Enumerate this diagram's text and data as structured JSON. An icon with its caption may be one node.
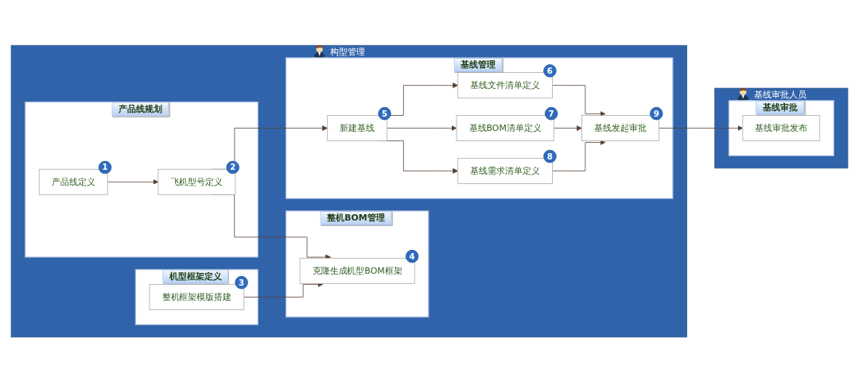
{
  "diagram": {
    "nodes": [
      {
        "text": [
          "构型管理"
        ]
      },
      {
        "text": [
          "产品线规划"
        ],
        "in": 0
      },
      {
        "text": [
          "产品线定义"
        ],
        "in": 1,
        "beside": [
          "1"
        ]
      },
      {
        "text": [
          "飞机型号定义"
        ],
        "in": 1,
        "beside": [
          "2"
        ]
      },
      {
        "text": [
          "机型框架定义"
        ],
        "in": 0
      },
      {
        "text": [
          "整机框架模版搭建"
        ],
        "in": 4,
        "beside": [
          "3"
        ]
      },
      {
        "text": [
          "整机BOM管理"
        ],
        "in": 0
      },
      {
        "text": [
          "克隆生成机型BOM框架"
        ],
        "in": 6,
        "beside": [
          "4"
        ]
      },
      {
        "text": [
          "基线管理"
        ],
        "in": 0
      },
      {
        "text": [
          "新建基线"
        ],
        "in": 8,
        "beside": [
          "5"
        ]
      },
      {
        "text": [
          "基线文件清单定义"
        ],
        "in": 8,
        "beside": [
          "6"
        ]
      },
      {
        "text": [
          "基线BOM清单定义"
        ],
        "in": 8,
        "beside": [
          "7"
        ]
      },
      {
        "text": [
          "基线需求清单定义"
        ],
        "in": 8,
        "beside": [
          "8"
        ]
      },
      {
        "text": [
          "基线发起审批"
        ],
        "in": 8,
        "beside": [
          "9"
        ]
      },
      {
        "text": [
          "基线审批人员"
        ]
      },
      {
        "text": [
          "基线审批"
        ],
        "in": 14
      },
      {
        "text": [
          "基线审批发布"
        ],
        "in": 15
      }
    ],
    "edges": [
      {
        "from": 2,
        "to": 3,
        "arrow": "to"
      },
      {
        "from": 3,
        "to": 7,
        "arrow": "to"
      },
      {
        "from": 3,
        "to": 9,
        "arrow": "to"
      },
      {
        "from": 5,
        "to": 7,
        "arrow": "to"
      },
      {
        "from": 9,
        "to": 10,
        "arrow": "to"
      },
      {
        "from": 9,
        "to": 11,
        "arrow": "to"
      },
      {
        "from": 9,
        "to": 12,
        "arrow": "to"
      },
      {
        "from": 10,
        "to": 13,
        "arrow": "to"
      },
      {
        "from": 11,
        "to": 13,
        "arrow": "to"
      },
      {
        "from": 12,
        "to": 13,
        "arrow": "to"
      },
      {
        "from": 13,
        "to": 16,
        "arrow": "to"
      }
    ]
  }
}
